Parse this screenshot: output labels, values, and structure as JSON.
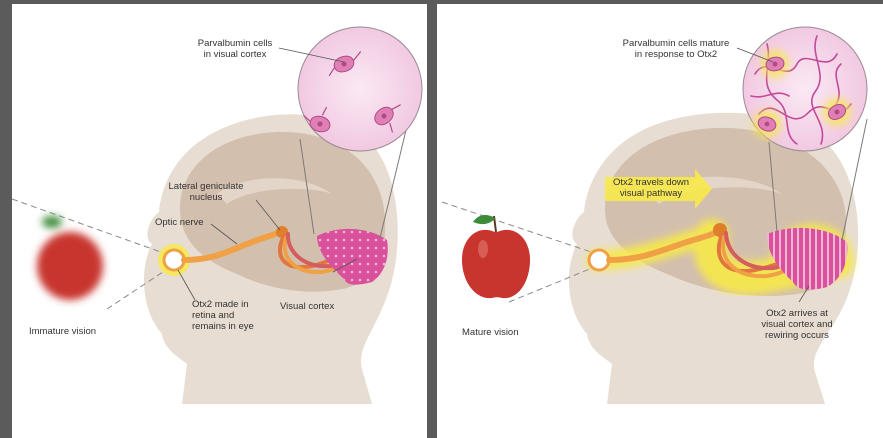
{
  "panels": {
    "left": {
      "stage_label": "Immature vision",
      "parvalbumin_label_1": "Parvalbumin cells",
      "parvalbumin_label_2": "in visual cortex",
      "lgn_label_1": "Lateral geniculate",
      "lgn_label_2": "nucleus",
      "optic_nerve_label": "Optic nerve",
      "otx2_label_1": "Otx2 made in",
      "otx2_label_2": "retina and",
      "otx2_label_3": "remains in eye",
      "visual_cortex_label": "Visual cortex"
    },
    "right": {
      "stage_label": "Mature vision",
      "parvalbumin_label_1": "Parvalbumin cells mature",
      "parvalbumin_label_2": "in response to Otx2",
      "travel_label_1": "Otx2 travels down",
      "travel_label_2": "visual pathway",
      "arrival_label_1": "Otx2 arrives at",
      "arrival_label_2": "visual cortex and",
      "arrival_label_3": "rewiring occurs"
    }
  },
  "colors": {
    "head": "#e8ddd2",
    "brain": "#d3bfae",
    "otx2_glow": "#f7e94a",
    "optic_pathway": "#f0a146",
    "cortex": "#d9519b",
    "cells": "#e07fb5",
    "apple": "#c8352f",
    "leaf": "#3e8a3b"
  }
}
